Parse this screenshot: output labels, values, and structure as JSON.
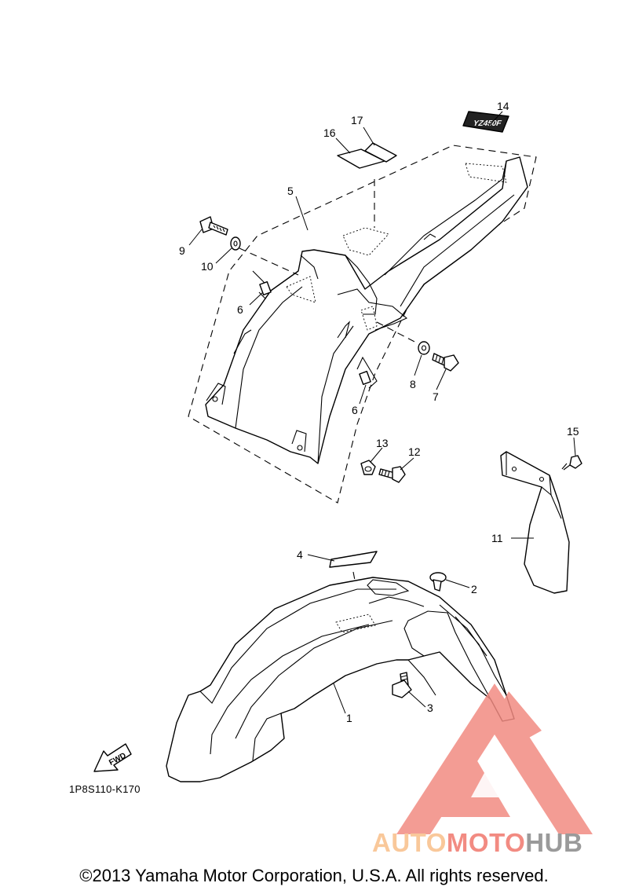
{
  "diagram": {
    "code": "1P8S110-K170",
    "fwd_label": "FWD",
    "decal_text": "YZ450F",
    "parts": [
      {
        "num": "1"
      },
      {
        "num": "2"
      },
      {
        "num": "3"
      },
      {
        "num": "4"
      },
      {
        "num": "5"
      },
      {
        "num": "6"
      },
      {
        "num": "6"
      },
      {
        "num": "7"
      },
      {
        "num": "8"
      },
      {
        "num": "9"
      },
      {
        "num": "10"
      },
      {
        "num": "11"
      },
      {
        "num": "12"
      },
      {
        "num": "13"
      },
      {
        "num": "14"
      },
      {
        "num": "15"
      },
      {
        "num": "16"
      },
      {
        "num": "17"
      }
    ]
  },
  "copyright": "©2013 Yamaha Motor Corporation, U.S.A. All rights reserved.",
  "watermark": {
    "part1": "AUTO",
    "part2": "MOTO",
    "part3": "HUB",
    "colors": {
      "red": "#f28b82",
      "orange": "#f9c89a",
      "gray": "#9a9a9a"
    }
  }
}
